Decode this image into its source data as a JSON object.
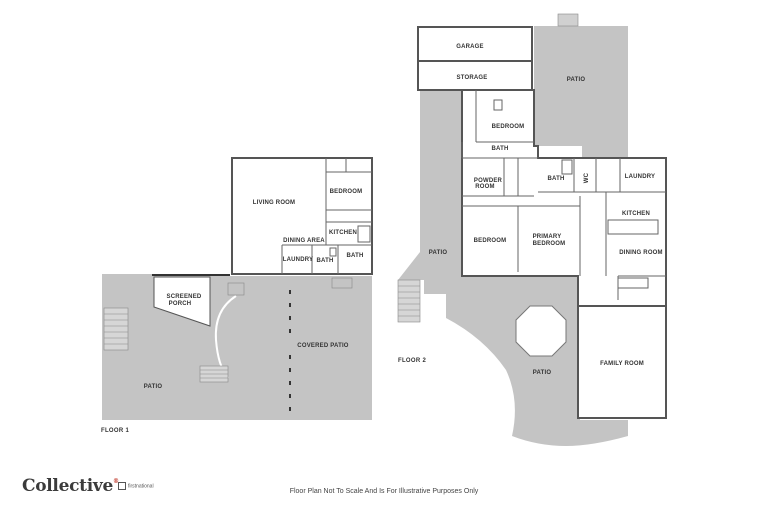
{
  "floor1": {
    "label": "FLOOR 1",
    "rooms": {
      "living_room": "LIVING ROOM",
      "bedroom": "BEDROOM",
      "kitchen": "KITCHEN",
      "dining_area": "DINING AREA",
      "laundry": "LAUNDRY",
      "bath1": "BATH",
      "bath2": "BATH",
      "screened_porch_1": "SCREENED",
      "screened_porch_2": "PORCH",
      "covered_patio": "COVERED PATIO",
      "patio": "PATIO"
    }
  },
  "floor2": {
    "label": "FLOOR 2",
    "rooms": {
      "garage": "GARAGE",
      "storage": "STORAGE",
      "patio_top": "PATIO",
      "bedroom_top": "BEDROOM",
      "bath_top": "BATH",
      "powder_room_1": "POWDER",
      "powder_room_2": "ROOM",
      "bath_mid": "BATH",
      "wc": "WC",
      "laundry": "LAUNDRY",
      "kitchen": "KITCHEN",
      "bedroom_mid": "BEDROOM",
      "primary_bedroom_1": "PRIMARY",
      "primary_bedroom_2": "BEDROOM",
      "dining_room": "DINING ROOM",
      "patio_left": "PATIO",
      "patio_bottom": "PATIO",
      "family_room": "FAMILY ROOM"
    }
  },
  "branding": {
    "logo": "Collective",
    "logo_mark": "®",
    "partner": "firstnational"
  },
  "disclaimer": "Floor Plan Not To Scale And Is For Illustrative Purposes Only",
  "colors": {
    "wall": "#555555",
    "outdoor": "#c4c4c4",
    "interior": "#ffffff"
  }
}
